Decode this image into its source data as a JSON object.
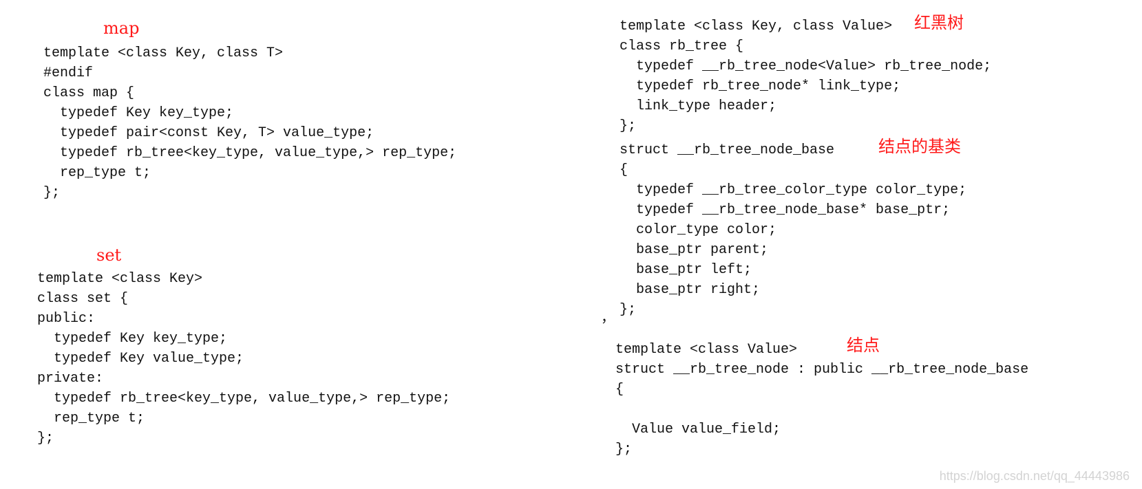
{
  "labels": {
    "map": "map",
    "set": "set",
    "rb_tree": "红黑树",
    "node_base": "结点的基类",
    "node": "结点"
  },
  "code_blocks": {
    "map_block": [
      "template <class Key, class T>",
      "#endif",
      "class map {",
      "  typedef Key key_type;",
      "  typedef pair<const Key, T> value_type;",
      "  typedef rb_tree<key_type, value_type,> rep_type;",
      "  rep_type t;",
      "};"
    ],
    "set_block": [
      "template <class Key>",
      "class set {",
      "public:",
      "  typedef Key key_type;",
      "  typedef Key value_type;",
      "private:",
      "  typedef rb_tree<key_type, value_type,> rep_type;",
      "  rep_type t;",
      "};"
    ],
    "rb_tree_block": [
      "template <class Key, class Value>",
      "class rb_tree {",
      "  typedef __rb_tree_node<Value> rb_tree_node;",
      "  typedef rb_tree_node* link_type;",
      "  link_type header;",
      "};"
    ],
    "node_base_block": [
      "struct __rb_tree_node_base",
      "{",
      "  typedef __rb_tree_color_type color_type;",
      "  typedef __rb_tree_node_base* base_ptr;",
      "  color_type color;",
      "  base_ptr parent;",
      "  base_ptr left;",
      "  base_ptr right;",
      "};"
    ],
    "node_block": [
      "template <class Value>",
      "struct __rb_tree_node : public __rb_tree_node_base",
      "{",
      "",
      "  Value value_field;",
      "};"
    ]
  },
  "artifacts": {
    "separator_mark": "，"
  },
  "watermark": "https://blog.csdn.net/qq_44443986"
}
